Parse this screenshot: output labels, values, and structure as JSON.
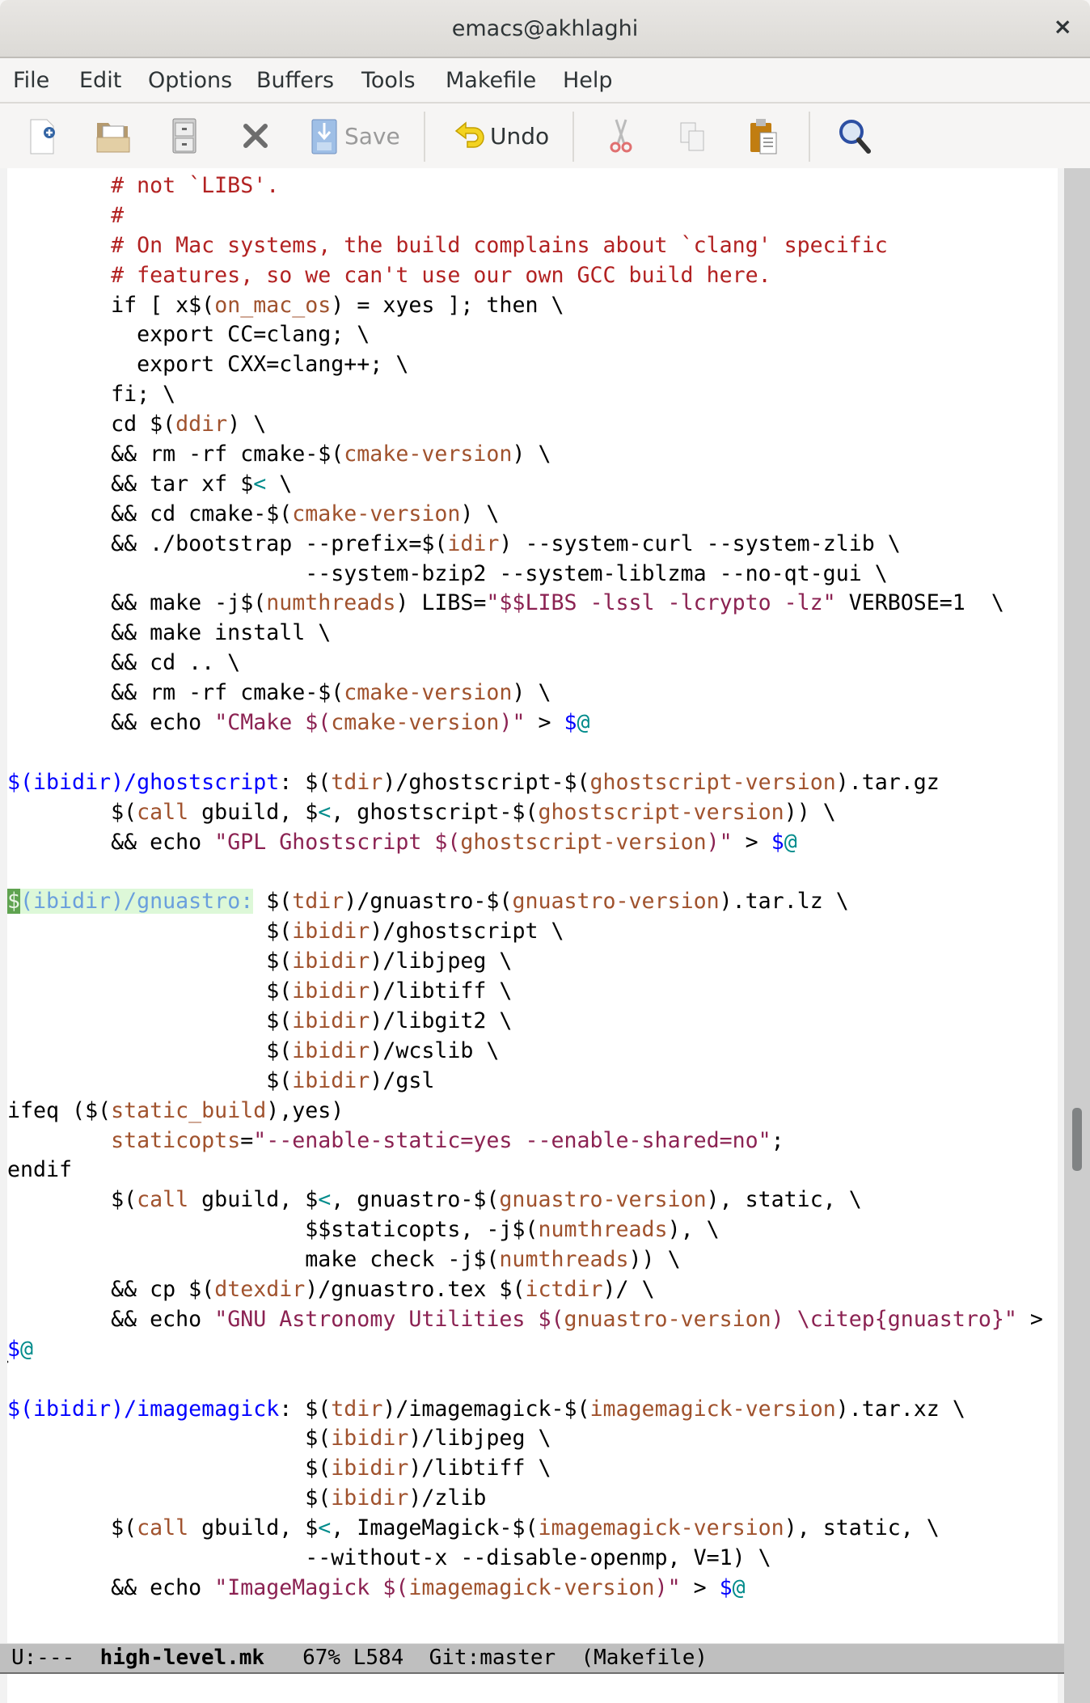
{
  "window": {
    "title": "emacs@akhlaghi",
    "close": "×"
  },
  "menu": [
    "File",
    "Edit",
    "Options",
    "Buffers",
    "Tools",
    "Makefile",
    "Help"
  ],
  "toolbar": {
    "save_label": "Save",
    "undo_label": "Undo",
    "icons": [
      "new-file-icon",
      "open-folder-icon",
      "dired-cabinet-icon",
      "close-buffer-icon",
      "save-icon",
      "undo-icon",
      "cut-icon",
      "copy-icon",
      "paste-icon",
      "search-icon"
    ]
  },
  "colors": {
    "comment": "#b22222",
    "variable": "#a0522d",
    "string": "#8b2252",
    "target": "#0000ff",
    "automatic": "#008b8b",
    "hl_line": "#ddf8d8",
    "cursor": "#5fa350"
  },
  "buffer": {
    "lines": [
      [
        [
          "c",
          "        # not `LIBS'."
        ]
      ],
      [
        [
          "c",
          "        #"
        ]
      ],
      [
        [
          "c",
          "        # On Mac systems, the build complains about `clang' specific"
        ]
      ],
      [
        [
          "c",
          "        # features, so we can't use our own GCC build here."
        ]
      ],
      [
        [
          "n",
          "        if [ x$("
        ],
        [
          "v",
          "on_mac_os"
        ],
        [
          "n",
          ") = xyes ]; then \\"
        ]
      ],
      [
        [
          "n",
          "          export CC=clang; \\"
        ]
      ],
      [
        [
          "n",
          "          export CXX=clang++; \\"
        ]
      ],
      [
        [
          "n",
          "        fi; \\"
        ]
      ],
      [
        [
          "n",
          "        cd $("
        ],
        [
          "v",
          "ddir"
        ],
        [
          "n",
          ") \\"
        ]
      ],
      [
        [
          "n",
          "        && rm -rf cmake-$("
        ],
        [
          "v",
          "cmake-version"
        ],
        [
          "n",
          ") \\"
        ]
      ],
      [
        [
          "n",
          "        && tar xf $"
        ],
        [
          "a",
          "<"
        ],
        [
          "n",
          " \\"
        ]
      ],
      [
        [
          "n",
          "        && cd cmake-$("
        ],
        [
          "v",
          "cmake-version"
        ],
        [
          "n",
          ") \\"
        ]
      ],
      [
        [
          "n",
          "        && ./bootstrap --prefix=$("
        ],
        [
          "v",
          "idir"
        ],
        [
          "n",
          ") --system-curl --system-zlib \\"
        ]
      ],
      [
        [
          "n",
          "                       --system-bzip2 --system-liblzma --no-qt-gui \\"
        ]
      ],
      [
        [
          "n",
          "        && make -j$("
        ],
        [
          "v",
          "numthreads"
        ],
        [
          "n",
          ") LIBS="
        ],
        [
          "s",
          "\"$$LIBS -lssl -lcrypto -lz\""
        ],
        [
          "n",
          " VERBOSE=1  \\"
        ]
      ],
      [
        [
          "n",
          "        && make install \\"
        ]
      ],
      [
        [
          "n",
          "        && cd .. \\"
        ]
      ],
      [
        [
          "n",
          "        && rm -rf cmake-$("
        ],
        [
          "v",
          "cmake-version"
        ],
        [
          "n",
          ") \\"
        ]
      ],
      [
        [
          "n",
          "        && echo "
        ],
        [
          "s",
          "\"CMake $("
        ],
        [
          "v",
          "cmake-version"
        ],
        [
          "s",
          ")\""
        ],
        [
          "n",
          " > "
        ],
        [
          "t",
          "$"
        ],
        [
          "a",
          "@"
        ]
      ],
      [],
      [
        [
          "t",
          "$(ibidir)/ghostscript"
        ],
        [
          "n",
          ": $("
        ],
        [
          "v",
          "tdir"
        ],
        [
          "n",
          ")/ghostscript-$("
        ],
        [
          "v",
          "ghostscript-version"
        ],
        [
          "n",
          ").tar.gz"
        ]
      ],
      [
        [
          "n",
          "        $("
        ],
        [
          "v",
          "call"
        ],
        [
          "n",
          " gbuild, $"
        ],
        [
          "a",
          "<"
        ],
        [
          "n",
          ", ghostscript-$("
        ],
        [
          "v",
          "ghostscript-version"
        ],
        [
          "n",
          ")) \\"
        ]
      ],
      [
        [
          "n",
          "        && echo "
        ],
        [
          "s",
          "\"GPL Ghostscript $("
        ],
        [
          "v",
          "ghostscript-version"
        ],
        [
          "s",
          ")\""
        ],
        [
          "n",
          " > "
        ],
        [
          "t",
          "$"
        ],
        [
          "a",
          "@"
        ]
      ],
      [],
      [
        [
          "cur",
          "$"
        ],
        [
          "hl",
          "(ibidir)/gnuastro:"
        ],
        [
          "n",
          " $("
        ],
        [
          "v",
          "tdir"
        ],
        [
          "n",
          ")/gnuastro-$("
        ],
        [
          "v",
          "gnuastro-version"
        ],
        [
          "n",
          ").tar.lz \\"
        ]
      ],
      [
        [
          "n",
          "                    $("
        ],
        [
          "v",
          "ibidir"
        ],
        [
          "n",
          ")/ghostscript \\"
        ]
      ],
      [
        [
          "n",
          "                    $("
        ],
        [
          "v",
          "ibidir"
        ],
        [
          "n",
          ")/libjpeg \\"
        ]
      ],
      [
        [
          "n",
          "                    $("
        ],
        [
          "v",
          "ibidir"
        ],
        [
          "n",
          ")/libtiff \\"
        ]
      ],
      [
        [
          "n",
          "                    $("
        ],
        [
          "v",
          "ibidir"
        ],
        [
          "n",
          ")/libgit2 \\"
        ]
      ],
      [
        [
          "n",
          "                    $("
        ],
        [
          "v",
          "ibidir"
        ],
        [
          "n",
          ")/wcslib \\"
        ]
      ],
      [
        [
          "n",
          "                    $("
        ],
        [
          "v",
          "ibidir"
        ],
        [
          "n",
          ")/gsl"
        ]
      ],
      [
        [
          "n",
          "ifeq ($("
        ],
        [
          "v",
          "static_build"
        ],
        [
          "n",
          "),yes)"
        ]
      ],
      [
        [
          "n",
          "        "
        ],
        [
          "v",
          "staticopts"
        ],
        [
          "n",
          "="
        ],
        [
          "s",
          "\"--enable-static=yes --enable-shared=no\""
        ],
        [
          "n",
          ";"
        ]
      ],
      [
        [
          "n",
          "endif"
        ]
      ],
      [
        [
          "n",
          "        $("
        ],
        [
          "v",
          "call"
        ],
        [
          "n",
          " gbuild, $"
        ],
        [
          "a",
          "<"
        ],
        [
          "n",
          ", gnuastro-$("
        ],
        [
          "v",
          "gnuastro-version"
        ],
        [
          "n",
          "), static, \\"
        ]
      ],
      [
        [
          "n",
          "                       $$staticopts, -j$("
        ],
        [
          "v",
          "numthreads"
        ],
        [
          "n",
          "), \\"
        ]
      ],
      [
        [
          "n",
          "                       make check -j$("
        ],
        [
          "v",
          "numthreads"
        ],
        [
          "n",
          ")) \\"
        ]
      ],
      [
        [
          "n",
          "        && cp $("
        ],
        [
          "v",
          "dtexdir"
        ],
        [
          "n",
          ")/gnuastro.tex $("
        ],
        [
          "v",
          "ictdir"
        ],
        [
          "n",
          ")/ \\"
        ]
      ],
      [
        [
          "n",
          "        && echo "
        ],
        [
          "s",
          "\"GNU Astronomy Utilities $("
        ],
        [
          "v",
          "gnuastro-version"
        ],
        [
          "s",
          ") \\citep{gnuastro}\""
        ],
        [
          "n",
          " > "
        ]
      ],
      [
        [
          "t",
          "$"
        ],
        [
          "a",
          "@"
        ]
      ],
      [],
      [
        [
          "t",
          "$(ibidir)/imagemagick"
        ],
        [
          "n",
          ": $("
        ],
        [
          "v",
          "tdir"
        ],
        [
          "n",
          ")/imagemagick-$("
        ],
        [
          "v",
          "imagemagick-version"
        ],
        [
          "n",
          ").tar.xz \\"
        ]
      ],
      [
        [
          "n",
          "                       $("
        ],
        [
          "v",
          "ibidir"
        ],
        [
          "n",
          ")/libjpeg \\"
        ]
      ],
      [
        [
          "n",
          "                       $("
        ],
        [
          "v",
          "ibidir"
        ],
        [
          "n",
          ")/libtiff \\"
        ]
      ],
      [
        [
          "n",
          "                       $("
        ],
        [
          "v",
          "ibidir"
        ],
        [
          "n",
          ")/zlib"
        ]
      ],
      [
        [
          "n",
          "        $("
        ],
        [
          "v",
          "call"
        ],
        [
          "n",
          " gbuild, $"
        ],
        [
          "a",
          "<"
        ],
        [
          "n",
          ", ImageMagick-$("
        ],
        [
          "v",
          "imagemagick-version"
        ],
        [
          "n",
          "), static, \\"
        ]
      ],
      [
        [
          "n",
          "                       --without-x --disable-openmp, V=1) \\"
        ]
      ],
      [
        [
          "n",
          "        && echo "
        ],
        [
          "s",
          "\"ImageMagick $("
        ],
        [
          "v",
          "imagemagick-version"
        ],
        [
          "s",
          ")\""
        ],
        [
          "n",
          " > "
        ],
        [
          "t",
          "$"
        ],
        [
          "a",
          "@"
        ]
      ],
      []
    ]
  },
  "modeline": {
    "status": "U:---",
    "buffer_name": "high-level.mk",
    "position": "67%",
    "line": "L584",
    "vc": "Git:master",
    "mode": "(Makefile)"
  },
  "scroll_fraction": 0.67
}
